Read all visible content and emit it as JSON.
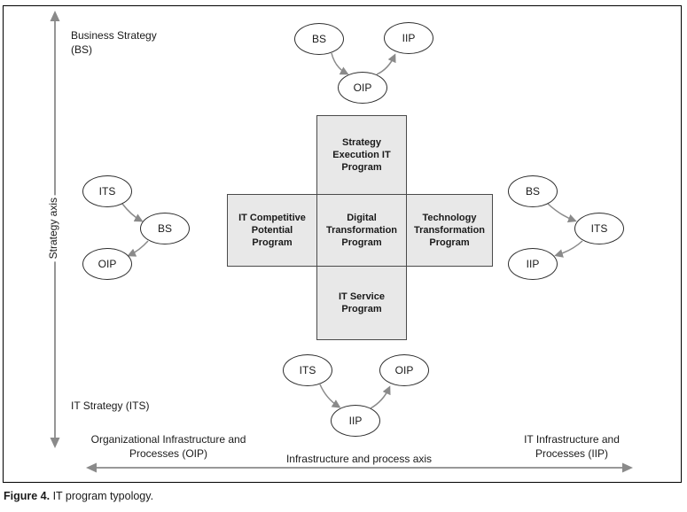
{
  "figure": {
    "caption_label": "Figure 4.",
    "caption_text": "IT program typology."
  },
  "axes": {
    "vertical_label": "Strategy axis",
    "horizontal_label": "Infrastructure and process axis",
    "top_left_label": "Business Strategy (BS)",
    "bottom_left_label": "IT Strategy (ITS)",
    "bottom_oip_label": "Organizational Infrastructure and Processes (OIP)",
    "bottom_iip_label": "IT Infrastructure and Processes (IIP)"
  },
  "programs": {
    "top": "Strategy Execution IT Program",
    "left": "IT Competitive Potential Program",
    "center": "Digital Transformation Program",
    "right": "Technology Transformation Program",
    "bottom": "IT Service Program"
  },
  "triads": {
    "top": {
      "bs": "BS",
      "iip": "IIP",
      "oip": "OIP"
    },
    "left": {
      "its": "ITS",
      "bs": "BS",
      "oip": "OIP"
    },
    "right": {
      "bs": "BS",
      "its": "ITS",
      "iip": "IIP"
    },
    "bottom": {
      "its": "ITS",
      "oip": "OIP",
      "iip": "IIP"
    }
  },
  "colors": {
    "box_fill": "#e8e8e8",
    "box_border": "#4a4a4a",
    "arrow": "#8a8a8a",
    "ellipse_border": "#2e2e2e"
  }
}
